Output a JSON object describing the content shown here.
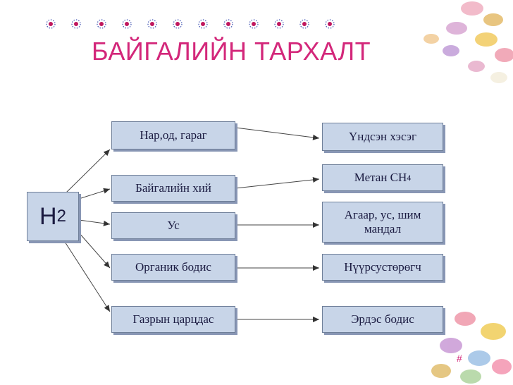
{
  "title": "БАЙГАЛИЙН ТАРХАЛТ",
  "source": {
    "symbol": "H",
    "subscript": "2"
  },
  "left_items": [
    "Нар,од, гараг",
    "Байгалийн хий",
    "Ус",
    "Органик бодис",
    "Газрын царцдас"
  ],
  "right_items": [
    "Үндсэн хэсэг",
    {
      "text": "Метан CH",
      "subscript": "4"
    },
    "Агаар, ус, шим\nмандал",
    "Нүүрсустөрөгч",
    "Эрдэс бодис"
  ],
  "page_number": "#",
  "colors": {
    "title": "#d3277a",
    "box_fill": "#c8d5e8",
    "box_border": "#6f7f99",
    "dot_center": "#c0175e",
    "dot_ring": "#3b4fb0"
  }
}
